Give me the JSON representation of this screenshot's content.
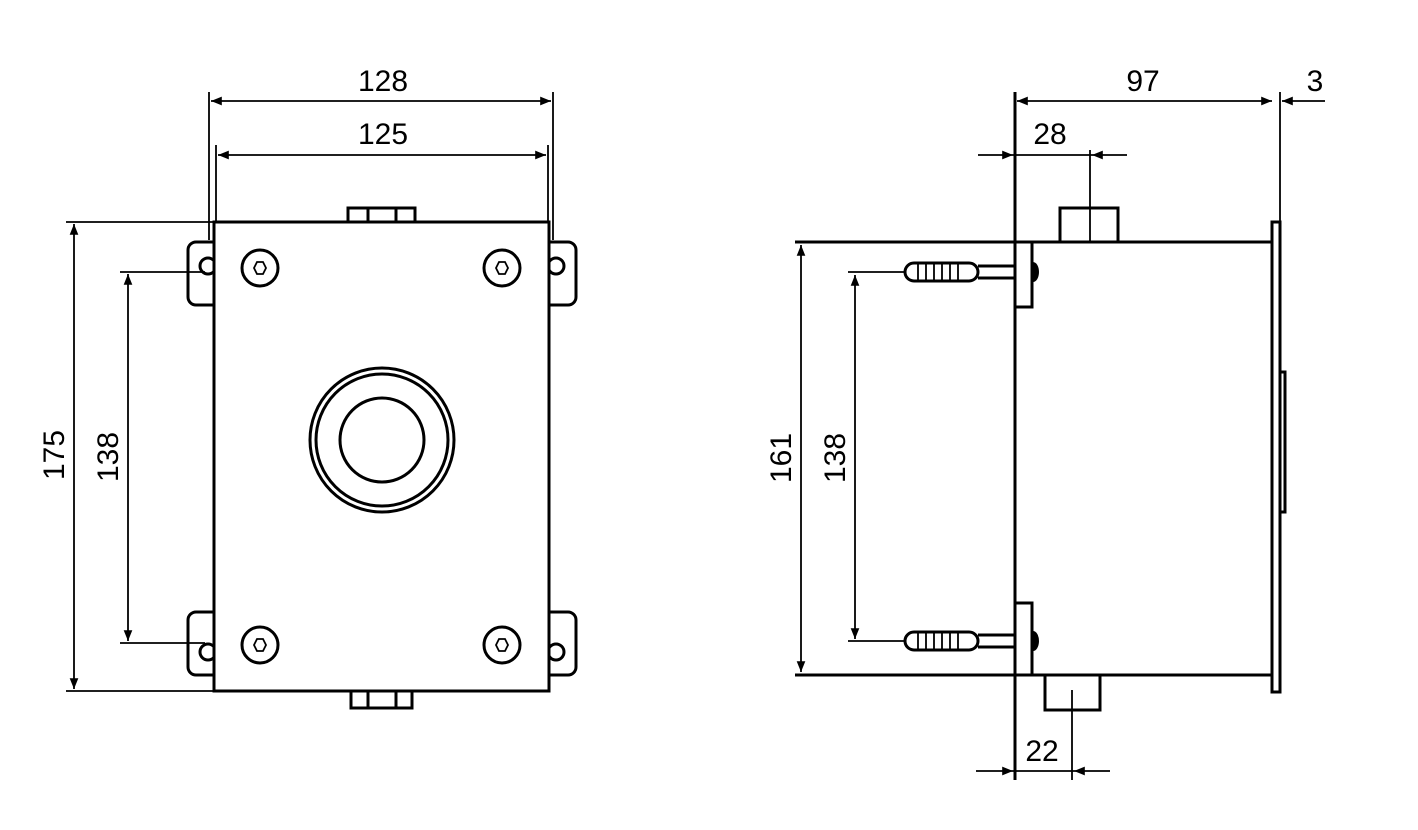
{
  "front_view": {
    "dimensions": {
      "overall_width": "128",
      "inner_width": "125",
      "overall_height": "175",
      "hole_spacing": "138"
    }
  },
  "side_view": {
    "dimensions": {
      "depth": "97",
      "plate_thickness": "3",
      "top_nub_offset": "28",
      "height": "161",
      "hole_spacing": "138",
      "bottom_nub_offset": "22"
    }
  },
  "colors": {
    "line": "#000000",
    "background": "#ffffff"
  }
}
